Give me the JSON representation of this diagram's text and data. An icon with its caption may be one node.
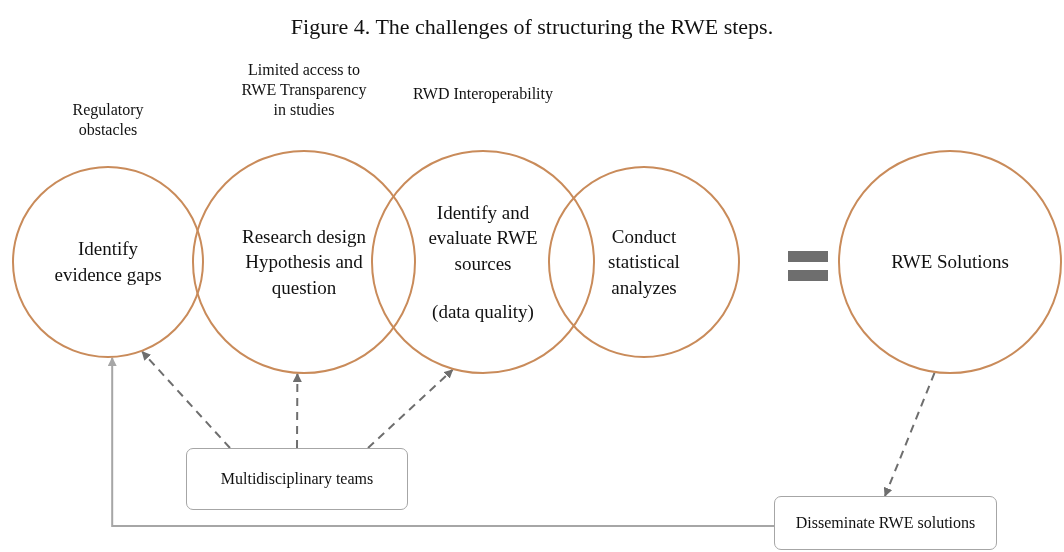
{
  "diagram": {
    "title": "Figure 4. The challenges of structuring the RWE steps.",
    "nodes": [
      {
        "text": [
          "Identify evidence gaps"
        ],
        "beside": [
          "Regulatory obstacles"
        ]
      },
      {
        "text": [
          "Research design Hypothesis and question"
        ],
        "beside": [
          "Limited access to RWE Transparency in studies"
        ]
      },
      {
        "text": [
          "Identify and evaluate RWE sources",
          "(data quality)"
        ],
        "beside": [
          "RWD Interoperability"
        ]
      },
      {
        "text": [
          "Conduct statistical analyzes"
        ]
      },
      {
        "text": [
          "RWE Solutions"
        ]
      },
      {
        "text": [
          "Multidisciplinary teams"
        ]
      },
      {
        "text": [
          "Disseminate RWE solutions"
        ]
      }
    ],
    "edges": [
      {
        "from": 5,
        "to": 0,
        "arrow": "to",
        "style": "dashed"
      },
      {
        "from": 5,
        "to": 1,
        "arrow": "to",
        "style": "dashed"
      },
      {
        "from": 5,
        "to": 2,
        "arrow": "to",
        "style": "dashed"
      },
      {
        "from": 4,
        "to": 6,
        "arrow": "to",
        "style": "dashed"
      },
      {
        "from": 6,
        "to": 0,
        "arrow": "to",
        "color": "#a6a6a6"
      }
    ]
  }
}
